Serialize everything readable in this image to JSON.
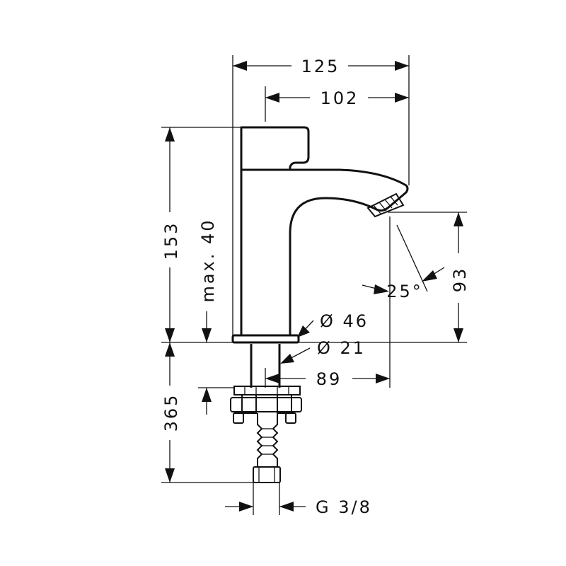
{
  "dimensions": {
    "width_total": "125",
    "width_spout": "102",
    "height_total": "153",
    "max_deck": "max. 40",
    "spout_height": "93",
    "spray_angle": "25°",
    "body_diameter": "Ø 46",
    "shank_diameter": "Ø 21",
    "projection": "89",
    "hose_length": "365",
    "thread": "G 3/8"
  }
}
